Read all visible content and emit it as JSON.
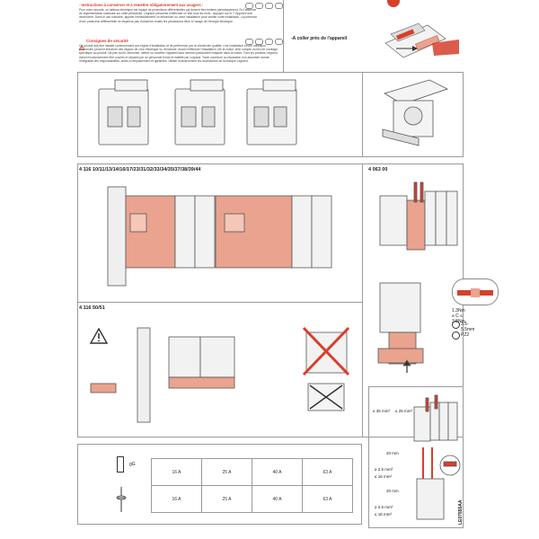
{
  "instructions": {
    "title": "- Instructions à conserver et à remettre obligatoirement aux usagers :",
    "body": "Pour votre sécurité, ce tableau électrique est équipé de protections différentielles qui doivent être testées périodiquement. En l'absence de réglementation nationale sur cette périodicité, Legrand préconise d'effectuer ce test tous les mois : Appuyer sur le T. Appareil doit déclencher. Dans le cas contraire, appeler immédiatement un électricien ou votre installateur pour vérifier votre installation. La présence d'une protection différentielle ne dispense pas d'observer toutes les précautions liées à l'usage de l'énergie électrique."
  },
  "safety": {
    "title": "Consignes de sécurité",
    "body": "Ce produit doit être installé conformément aux règles d'installation et de préférence par un électricien qualifié. Une installation et une utilisation incorrectes peuvent entraîner des risques de choc électrique ou d'incendie. Avant d'effectuer l'installation, lire la notice, tenir compte du lieu de montage spécifique au produit. Ne pas ouvrir, démonter, altérer ou modifier l'appareil sauf mention particulière indiquée dans la notice. Tous les produits Legrand doivent exclusivement être ouverts et réparés par du personnel formé et habilité par Legrand. Toute ouverture ou réparation non autorisée annule l'intégralité des responsabilités, droits à remplacement et garanties. Utiliser exclusivement les accessoires de la marque Legrand."
  },
  "sticker_label": "-A coller près de l'appareil",
  "sections": {
    "ref_a": "4 116 10/11/13/14/16/17/23/31/32/33/34/35/37/38/39/44",
    "ref_b": "4 063 00",
    "ref_c": "4 116 50/51"
  },
  "torque": {
    "value": "1.3Nm ≤ C ≤ 3.5Nm",
    "screw": "3.5-5.5mm",
    "bit": "PZ2"
  },
  "cables": {
    "rigid_top": "≤ 35 mm²",
    "flex_top": "≤ 25 mm²",
    "strip_1": "20 mm",
    "rigid_1": "≥ 2.5 mm²",
    "rigid_1b": "≤ 16 mm²",
    "strip_2": "20 mm",
    "rigid_2": "≥ 2.5 mm²",
    "rigid_2b": "≤ 16 mm²"
  },
  "fuse_table": {
    "row1_label": "gG",
    "rows": [
      [
        "16 A",
        "25 A",
        "40 A",
        "63 A"
      ],
      [
        "16 A",
        "25 A",
        "40 A",
        "63 A"
      ]
    ]
  },
  "doc_ref": "LE07855AA",
  "colors": {
    "accent": "#d6402c",
    "pink": "#e9a38f",
    "line": "#9a9a9a"
  }
}
